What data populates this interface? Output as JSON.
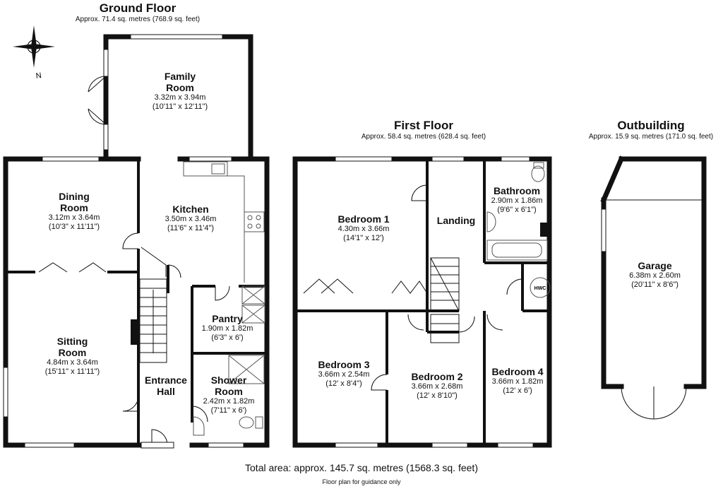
{
  "ground_floor": {
    "title": "Ground Floor",
    "area": "Approx. 71.4 sq. metres (768.9 sq. feet)",
    "rooms": {
      "family": {
        "name1": "Family",
        "name2": "Room",
        "dim1": "3.32m x 3.94m",
        "dim2": "(10'11\" x 12'11\")"
      },
      "dining": {
        "name1": "Dining",
        "name2": "Room",
        "dim1": "3.12m x 3.64m",
        "dim2": "(10'3\" x 11'11\")"
      },
      "kitchen": {
        "name1": "Kitchen",
        "dim1": "3.50m x 3.46m",
        "dim2": "(11'6\" x 11'4\")"
      },
      "pantry": {
        "name1": "Pantry",
        "dim1": "1.90m x 1.82m",
        "dim2": "(6'3\" x 6')"
      },
      "sitting": {
        "name1": "Sitting",
        "name2": "Room",
        "dim1": "4.84m x 3.64m",
        "dim2": "(15'11\" x 11'11\")"
      },
      "hall": {
        "name1": "Entrance",
        "name2": "Hall"
      },
      "shower": {
        "name1": "Shower",
        "name2": "Room",
        "dim1": "2.42m x 1.82m",
        "dim2": "(7'11\" x 6')"
      }
    }
  },
  "first_floor": {
    "title": "First Floor",
    "area": "Approx. 58.4 sq. metres (628.4 sq. feet)",
    "rooms": {
      "bed1": {
        "name1": "Bedroom 1",
        "dim1": "4.30m x 3.66m",
        "dim2": "(14'1\" x 12')"
      },
      "landing": {
        "name1": "Landing"
      },
      "bath": {
        "name1": "Bathroom",
        "dim1": "2.90m x 1.86m",
        "dim2": "(9'6\" x 6'1\")"
      },
      "hwc": {
        "name1": "HWC"
      },
      "bed3": {
        "name1": "Bedroom 3",
        "dim1": "3.66m x 2.54m",
        "dim2": "(12' x 8'4\")"
      },
      "bed2": {
        "name1": "Bedroom 2",
        "dim1": "3.66m x 2.68m",
        "dim2": "(12' x 8'10\")"
      },
      "bed4": {
        "name1": "Bedroom 4",
        "dim1": "3.66m x 1.82m",
        "dim2": "(12' x 6')"
      }
    }
  },
  "outbuilding": {
    "title": "Outbuilding",
    "area": "Approx. 15.9 sq. metres (171.0 sq. feet)",
    "rooms": {
      "garage": {
        "name1": "Garage",
        "dim1": "6.38m x 2.60m",
        "dim2": "(20'11\" x 8'6\")"
      }
    }
  },
  "compass": {
    "label": "N"
  },
  "footer": {
    "total": "Total area: approx. 145.7 sq. metres (1568.3 sq. feet)",
    "note": "Floor plan for guidance only"
  },
  "colors": {
    "wall": "#111111",
    "window": "#ffffff",
    "fixture": "#555555"
  }
}
